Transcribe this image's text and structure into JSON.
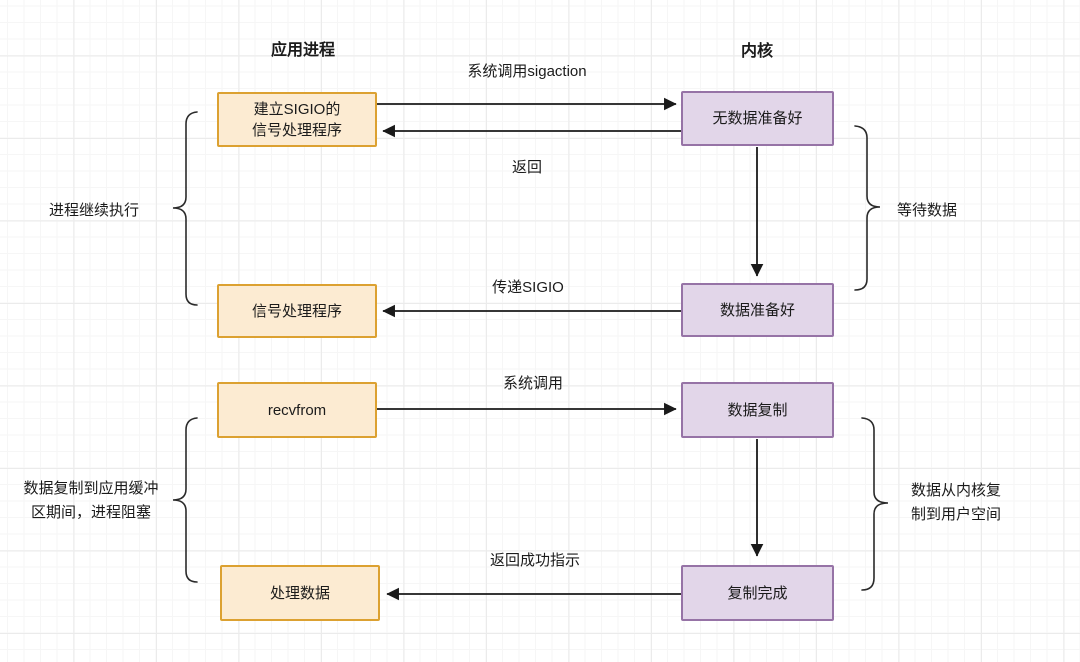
{
  "headers": {
    "app_process": "应用进程",
    "kernel": "内核"
  },
  "boxes": {
    "setup_sigio_handler": "建立SIGIO的\n信号处理程序",
    "signal_handler": "信号处理程序",
    "recvfrom": "recvfrom",
    "process_data": "处理数据",
    "no_data_ready": "无数据准备好",
    "data_ready": "数据准备好",
    "data_copy": "数据复制",
    "copy_complete": "复制完成"
  },
  "edge_labels": {
    "sigaction_call": "系统调用sigaction",
    "return": "返回",
    "deliver_sigio": "传递SIGIO",
    "system_call": "系统调用",
    "return_success": "返回成功指示"
  },
  "side_labels": {
    "process_continues": "进程继续执行",
    "wait_for_data": "等待数据",
    "copy_blocking": "数据复制到应用缓冲\n区期间，进程阻塞",
    "kernel_to_user": "数据从内核复\n制到用户空间"
  },
  "colors": {
    "app_box_fill": "#FCEBD2",
    "app_box_stroke": "#DCA131",
    "kernel_box_fill": "#E2D6E9",
    "kernel_box_stroke": "#9673A6",
    "connector": "#1a1a1a",
    "grid_major": "#ebebeb",
    "grid_minor": "#f6f6f6"
  }
}
